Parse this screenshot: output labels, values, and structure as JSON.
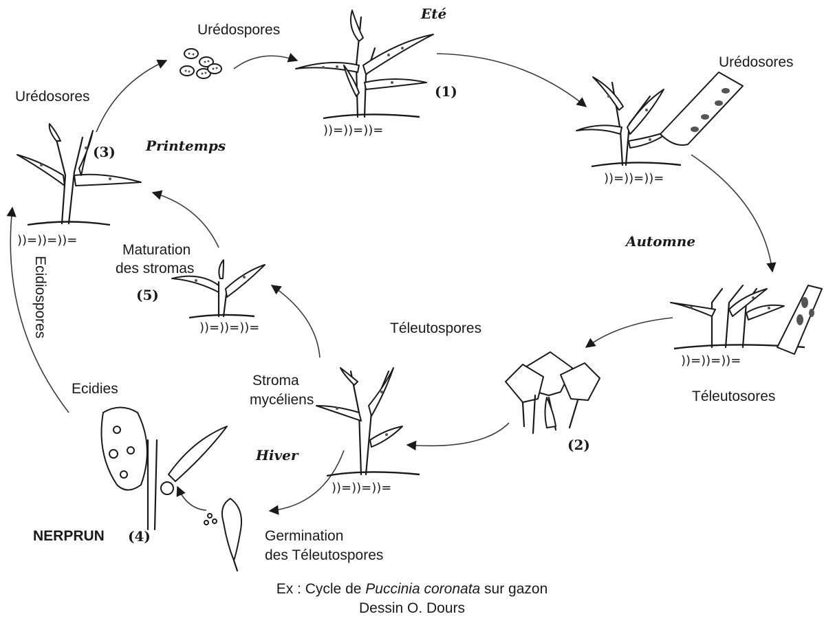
{
  "labels": {
    "uredospores": "Urédospores",
    "uredosores_left": "Urédosores",
    "uredosores_right": "Urédosores",
    "teleutospores": "Téleutospores",
    "teleutosores": "Téleutosores",
    "maturation_line1": "Maturation",
    "maturation_line2": "des stromas",
    "stroma_line1": "Stroma",
    "stroma_line2": "mycéliens",
    "germination_line1": "Germination",
    "germination_line2": "des Téleutospores",
    "ecidies": "Ecidies",
    "ecidiospores": "Ecidiospores",
    "nerprun": "NERPRUN"
  },
  "seasons": {
    "ete": "Eté",
    "automne": "Automne",
    "hiver": "Hiver",
    "printemps": "Printemps"
  },
  "numbers": {
    "n1": "(1)",
    "n2": "(2)",
    "n3": "(3)",
    "n4": "(4)",
    "n5": "(5)"
  },
  "root_marks": "))=))=))=",
  "caption": {
    "prefix": "Ex : Cycle de ",
    "species": "Puccinia coronata",
    "suffix": " sur gazon",
    "credit": "Dessin O. Dours"
  }
}
